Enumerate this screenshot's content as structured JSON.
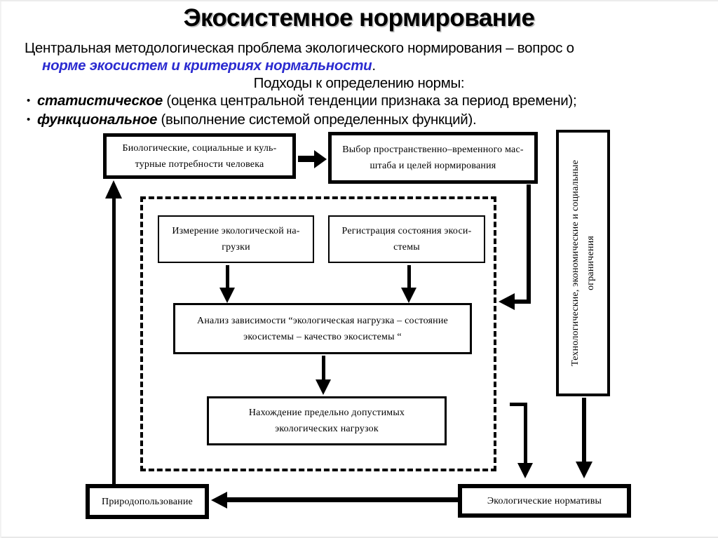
{
  "title": "Экосистемное нормирование",
  "accent_blue": "#2b2bd0",
  "intro": {
    "line1": "Центральная методологическая проблема экологического нормирования – вопрос о",
    "line2_emphasis": "норме экосистем и критериях нормальности",
    "line2_period": ".",
    "approaches_heading": "Подходы к определению нормы:",
    "bullets": [
      {
        "marker": "•",
        "term": "статистическое",
        "rest": " (оценка центральной тенденции признака за период времени);"
      },
      {
        "marker": "•",
        "term": "функциональное",
        "rest": " (выполнение системой определенных функций)."
      }
    ]
  },
  "diagram": {
    "boxes": {
      "human_needs": "Биологические, социальные и куль-\nтурные потребности человека",
      "scale_goals": "Выбор пространственно–временного мас-\nштаба и целей нормирования",
      "constraints": "Технологические, экономические и социальные\nограничения",
      "load_measurement": "Измерение экологической на-\nгрузки",
      "state_registration": "Регистрация состояния экоси-\nстемы",
      "dependency_analysis": "Анализ зависимости “экологическая нагрузка – состояние\nэкосистемы – качество экосистемы “",
      "permissible_loads": "Нахождение предельно допустимых\nэкологических нагрузок",
      "nature_management": "Природопользование",
      "ecological_standards": "Экологические нормативы"
    }
  }
}
